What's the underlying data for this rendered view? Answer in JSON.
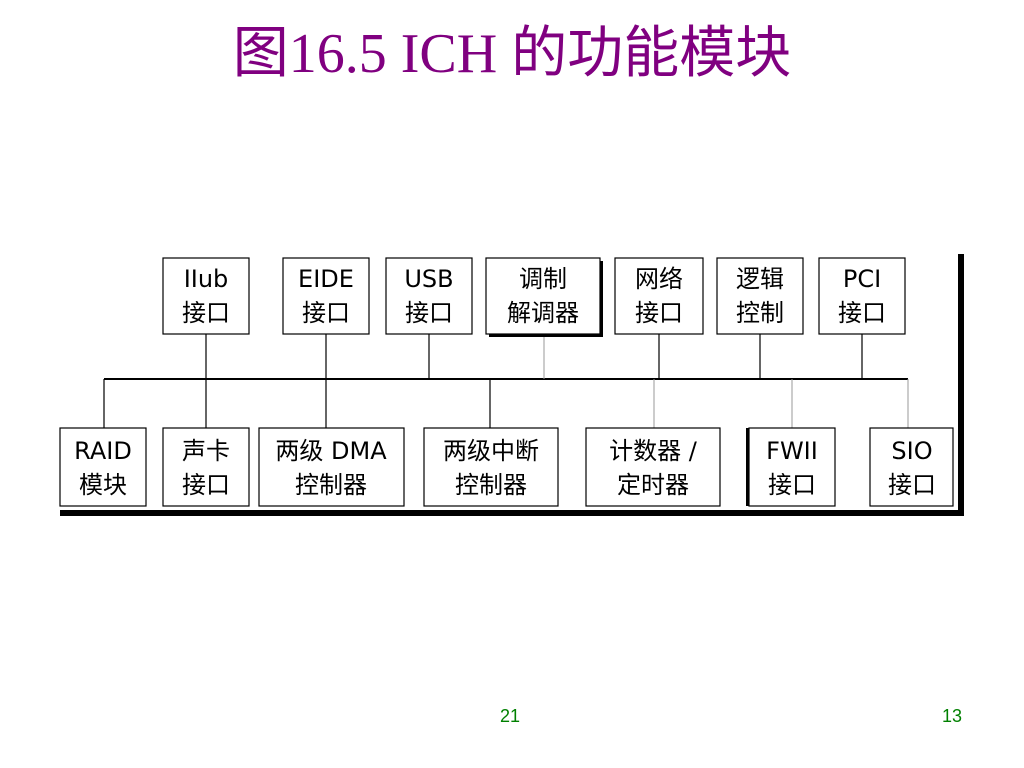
{
  "title": "图16.5   ICH 的功能模块",
  "top_modules": [
    {
      "id": "hub",
      "line1": "IIub",
      "line2": "接口"
    },
    {
      "id": "eide",
      "line1": "EIDE",
      "line2": "接口"
    },
    {
      "id": "usb",
      "line1": "USB",
      "line2": "接口"
    },
    {
      "id": "modem",
      "line1": "调制",
      "line2": "解调器"
    },
    {
      "id": "network",
      "line1": "网络",
      "line2": "接口"
    },
    {
      "id": "logic",
      "line1": "逻辑",
      "line2": "控制"
    },
    {
      "id": "pci",
      "line1": "PCI",
      "line2": "接口"
    }
  ],
  "bottom_modules": [
    {
      "id": "raid",
      "line1": "RAID",
      "line2": "模块"
    },
    {
      "id": "sound",
      "line1": "声卡",
      "line2": "接口"
    },
    {
      "id": "dma",
      "line1": "两级 DMA",
      "line2": "控制器"
    },
    {
      "id": "interrupt",
      "line1": "两级中断",
      "line2": "控制器"
    },
    {
      "id": "timer",
      "line1": "计数器 /",
      "line2": "定时器"
    },
    {
      "id": "fwii",
      "line1": "FWII",
      "line2": "接口"
    },
    {
      "id": "sio",
      "line1": "SIO",
      "line2": "接口"
    }
  ],
  "footer": {
    "page_center": "21",
    "page_right": "13"
  }
}
